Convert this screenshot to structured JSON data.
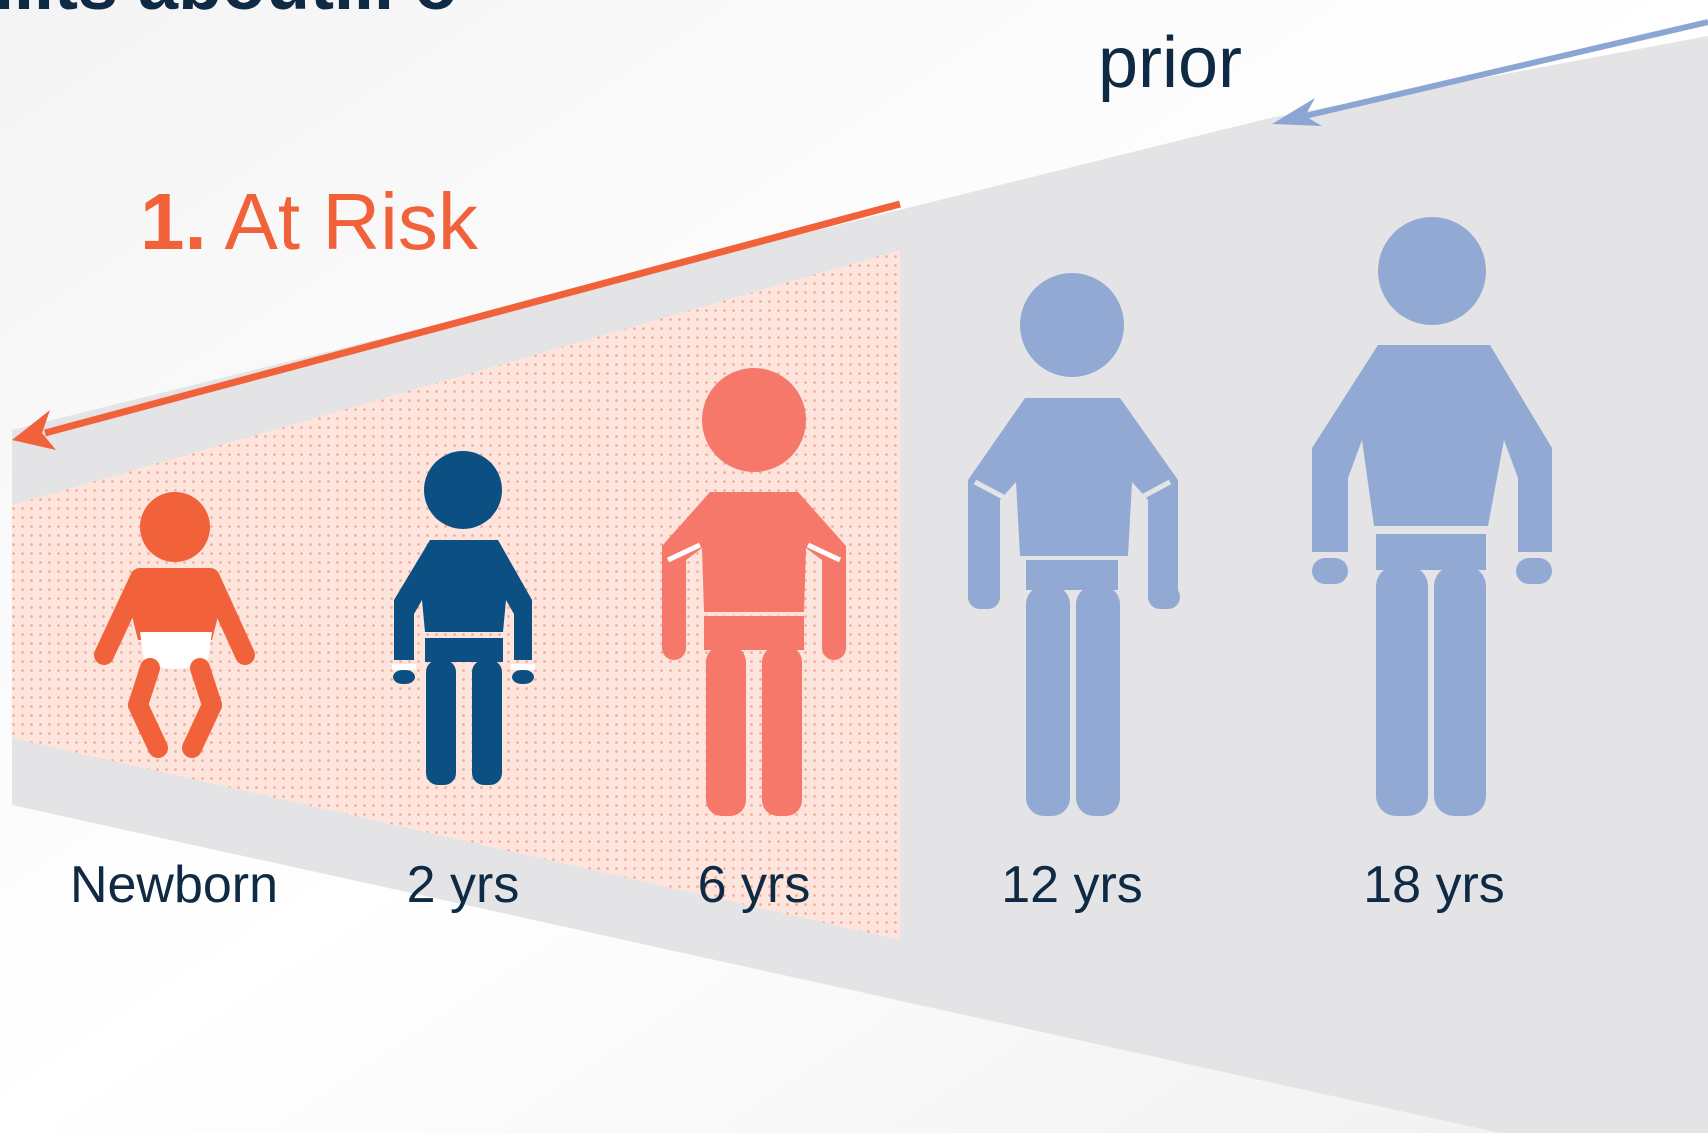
{
  "top_text_partial": "...ts about... o",
  "prior_label": "prior",
  "at_risk": {
    "number": "1.",
    "label": "At Risk"
  },
  "ages": [
    {
      "label": "Newborn",
      "color": "#f1613a"
    },
    {
      "label": "2 yrs",
      "color": "#0b4f83"
    },
    {
      "label": "6 yrs",
      "color": "#f5786b"
    },
    {
      "label": "12 yrs",
      "color": "#92aad3"
    },
    {
      "label": "18 yrs",
      "color": "#92aad3"
    }
  ],
  "colors": {
    "dark_text": "#0f2a44",
    "risk_orange": "#f1613a",
    "risk_zone_fill": "#fde0d8",
    "wedge_gray": "#e4e4e6",
    "prior_arrow": "#8ca6d4"
  }
}
